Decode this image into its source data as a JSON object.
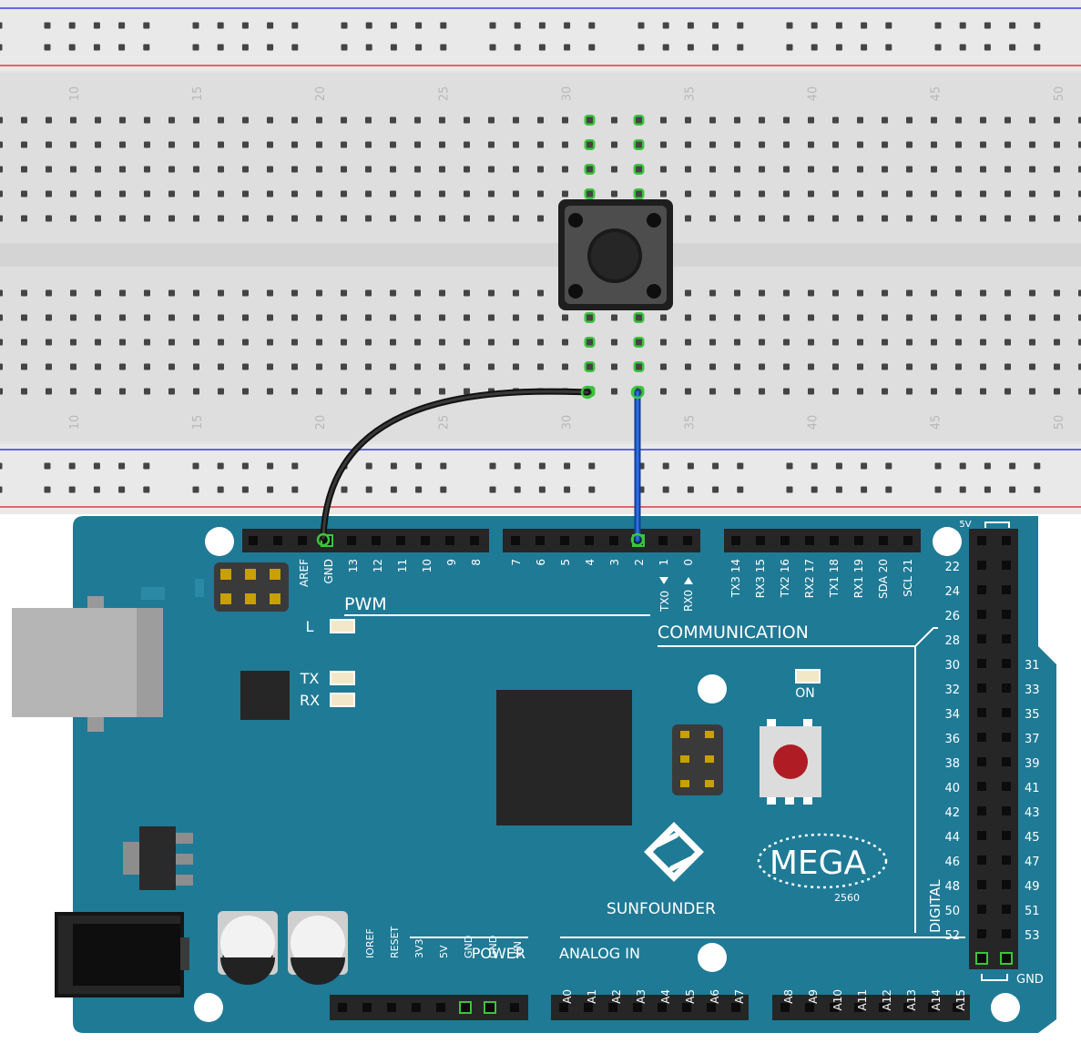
{
  "breadboard": {
    "column_numbers": [
      "10",
      "15",
      "20",
      "25",
      "30",
      "35",
      "40",
      "45",
      "50"
    ]
  },
  "board": {
    "brand": "SUNFOUNDER",
    "model": "MEGA",
    "model_number": "2560",
    "pwm_label": "PWM",
    "communication_label": "COMMUNICATION",
    "power_label": "POWER",
    "analog_label": "ANALOG IN",
    "digital_label": "DIGITAL",
    "on_label": "ON",
    "led_l": "L",
    "led_tx": "TX",
    "led_rx": "RX",
    "fivev_label": "5V",
    "gnd_label": "GND",
    "pwm_pins": [
      "AREF",
      "GND",
      "13",
      "12",
      "11",
      "10",
      "9",
      "8"
    ],
    "pwm2_pins": [
      "7",
      "6",
      "5",
      "4",
      "3",
      "2",
      "1",
      "0"
    ],
    "tx0_label": "TX0",
    "rx0_label": "RX0",
    "comm_pins": [
      "TX3 14",
      "RX3 15",
      "TX2 16",
      "RX2 17",
      "TX1 18",
      "RX1 19",
      "SDA 20",
      "SCL 21"
    ],
    "power_pins": [
      "IOREF",
      "RESET",
      "3V3",
      "5V",
      "GND",
      "GND",
      "VIN"
    ],
    "analog_pins": [
      "A0",
      "A1",
      "A2",
      "A3",
      "A4",
      "A5",
      "A6",
      "A7"
    ],
    "analog2_pins": [
      "A8",
      "A9",
      "A10",
      "A11",
      "A12",
      "A13",
      "A14",
      "A15"
    ],
    "digital_left": [
      "22",
      "24",
      "26",
      "28",
      "30",
      "32",
      "34",
      "36",
      "38",
      "40",
      "42",
      "44",
      "46",
      "48",
      "50",
      "52"
    ],
    "digital_right": [
      "31",
      "33",
      "35",
      "37",
      "39",
      "41",
      "43",
      "45",
      "47",
      "49",
      "51",
      "53"
    ]
  },
  "colors": {
    "board": "#1f7a96",
    "breadboard": "#e6e6e6",
    "wire_gnd": "#222222",
    "wire_signal": "#1f5fd0",
    "highlight": "#3cc43c"
  }
}
